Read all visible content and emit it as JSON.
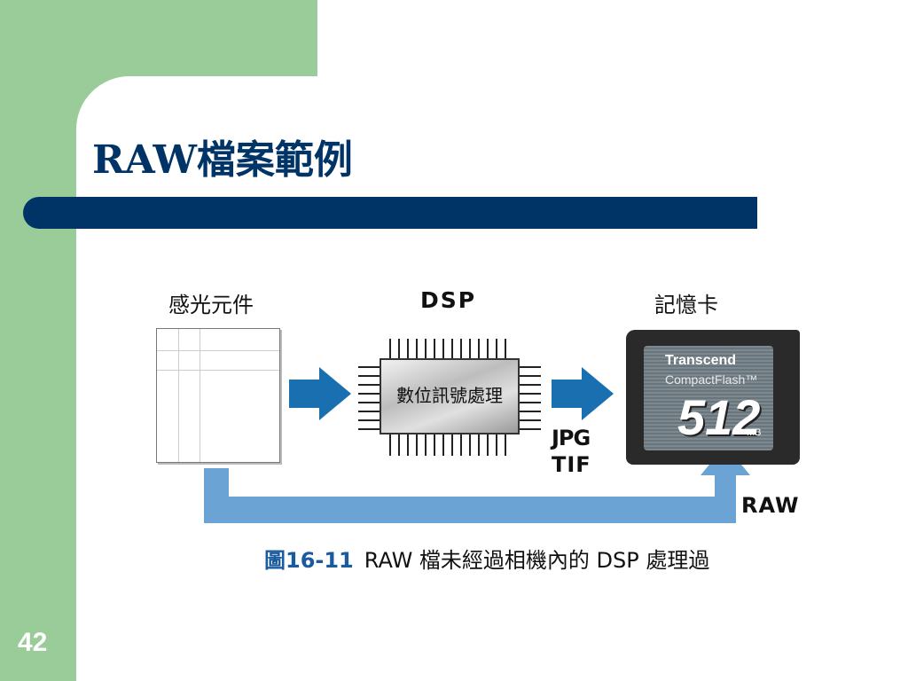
{
  "slide": {
    "title": "RAW檔案範例",
    "page_number": "42"
  },
  "diagram": {
    "sensor_label": "感光元件",
    "dsp_label": "DSP",
    "card_label": "記憶卡",
    "chip_text": "數位訊號處理",
    "output_formats": [
      "JPG",
      "TIF"
    ],
    "raw_label": "RAW",
    "card": {
      "brand": "Transcend",
      "type": "CompactFlash™",
      "capacity": "512",
      "unit": "MB"
    }
  },
  "caption": {
    "number": "圖16-11",
    "text": "RAW 檔未經過相機內的 DSP 處理過"
  },
  "colors": {
    "title": "#003366",
    "title_bar": "#003366",
    "green_band": "#99cc99",
    "arrow_dark": "#1a6fb0",
    "arrow_light": "#6aa3d4",
    "caption_number": "#1a5a9e"
  }
}
